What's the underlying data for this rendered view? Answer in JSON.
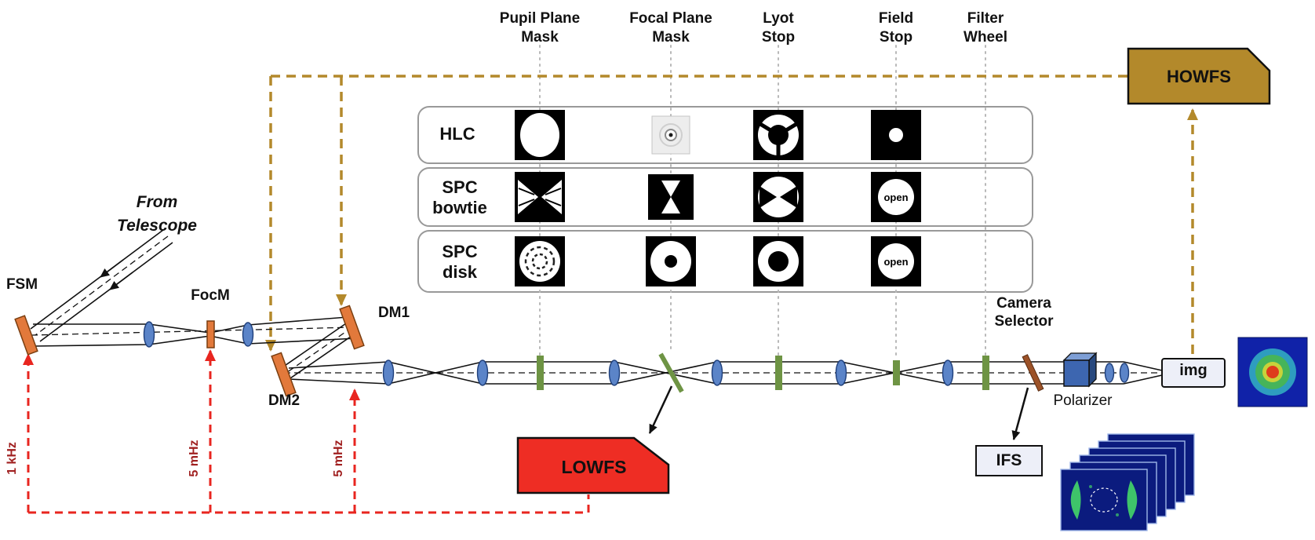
{
  "headers": [
    {
      "line1": "Pupil Plane",
      "line2": "Mask"
    },
    {
      "line1": "Focal Plane",
      "line2": "Mask"
    },
    {
      "line1": "Lyot",
      "line2": "Stop"
    },
    {
      "line1": "Field",
      "line2": "Stop"
    },
    {
      "line1": "Filter",
      "line2": "Wheel"
    }
  ],
  "mask_rows": [
    {
      "line1": "HLC",
      "line2": ""
    },
    {
      "line1": "SPC",
      "line2": "bowtie"
    },
    {
      "line1": "SPC",
      "line2": "disk"
    }
  ],
  "open_label": "open",
  "source": {
    "line1": "From",
    "line2": "Telescope"
  },
  "mirrors": {
    "fsm": "FSM",
    "focm": "FocM",
    "dm1": "DM1",
    "dm2": "DM2"
  },
  "sensors": {
    "howfs": "HOWFS",
    "lowfs": "LOWFS",
    "ifs": "IFS",
    "img": "img"
  },
  "camera_selector": {
    "line1": "Camera",
    "line2": "Selector"
  },
  "polarizer_label": "Polarizer",
  "rates": {
    "fsm": "1 kHz",
    "focm": "5 mHz",
    "dm": "5 mHz"
  },
  "colors": {
    "gold": "#B3892B",
    "red": "#EE2D24",
    "dark_red": "#A02020",
    "orange": "#E2793B",
    "green": "#6E9444",
    "lens_blue": "#5B84C8",
    "selector_brown": "#9C5228"
  }
}
